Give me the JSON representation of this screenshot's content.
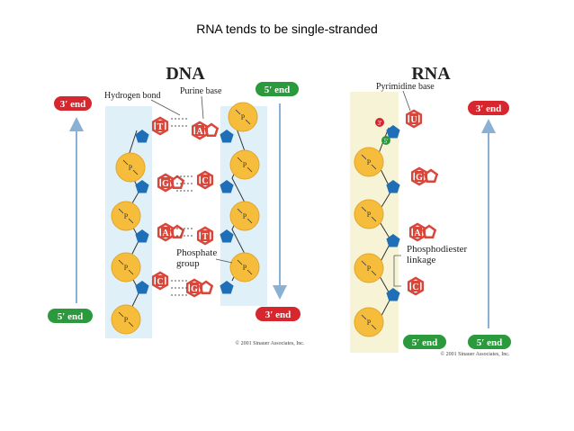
{
  "slide": {
    "title": "RNA tends to be single-stranded"
  },
  "colors": {
    "red_label": "#d7262e",
    "green_label": "#2a9a3c",
    "dna_panel": "#dff0f8",
    "rna_panel": "#f6f3d6",
    "phosphate": "#f6bd3c",
    "sugar": "#1f6fb8",
    "base": "#d8473b",
    "arrow": "#8ab0d4"
  },
  "dna": {
    "title": "DNA",
    "label_hbond": "Hydrogen bond",
    "label_purine": "Purine base",
    "label_phosphate": "Phosphate",
    "label_group": "group",
    "left_top_end": "3′ end",
    "left_bottom_end": "5′ end",
    "right_top_end": "5′ end",
    "right_bottom_end": "3′ end",
    "left_bases": [
      "T",
      "G",
      "A",
      "C"
    ],
    "right_bases": [
      "A",
      "C",
      "T",
      "G"
    ],
    "copyright": "© 2001 Sinauer Associates, Inc."
  },
  "rna": {
    "title": "RNA",
    "label_pyrimidine": "Pyrimidine base",
    "label_phosphodiester": "Phosphodiester",
    "label_linkage": "linkage",
    "marker_3": "3′",
    "marker_5": "5′",
    "top_end": "3′ end",
    "bottom_left_end": "5′ end",
    "bottom_right_end": "5′ end",
    "bases": [
      "U",
      "G",
      "A",
      "C"
    ],
    "copyright": "© 2001 Sinauer Associates, Inc."
  }
}
